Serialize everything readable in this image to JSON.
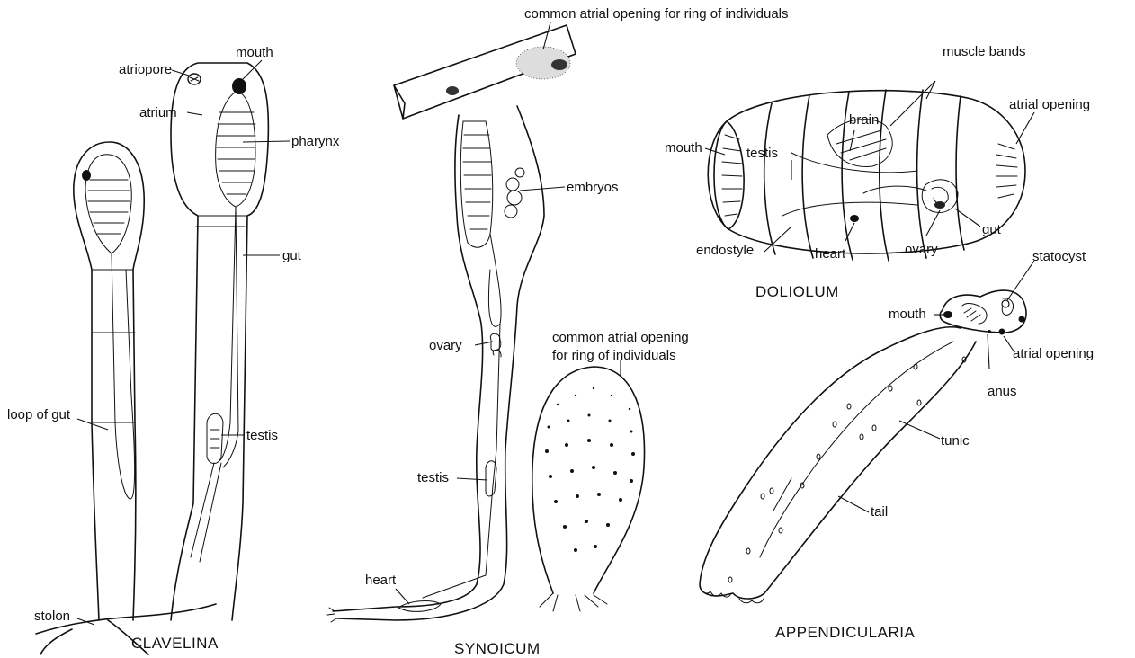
{
  "figures": {
    "clavelina": {
      "title": "CLAVELINA",
      "labels": {
        "atriopore": "atriopore",
        "mouth": "mouth",
        "atrium": "atrium",
        "pharynx": "pharynx",
        "gut": "gut",
        "loop_of_gut": "loop of gut",
        "testis": "testis",
        "stolon": "stolon"
      }
    },
    "synoicum": {
      "title": "SYNOICUM",
      "labels": {
        "common_atrial_opening_top": "common atrial opening for ring of individuals",
        "embryos": "embryos",
        "ovary": "ovary",
        "common_atrial_opening_line1": "common atrial opening",
        "common_atrial_opening_line2": "for ring of individuals",
        "testis": "testis",
        "heart": "heart"
      }
    },
    "doliolum": {
      "title": "DOLIOLUM",
      "labels": {
        "testis": "testis",
        "brain": "brain",
        "muscle_bands": "muscle bands",
        "atrial_opening": "atrial opening",
        "mouth": "mouth",
        "gut": "gut",
        "endostyle": "endostyle",
        "heart": "heart",
        "ovary": "ovary"
      }
    },
    "appendicularia": {
      "title": "APPENDICULARIA",
      "labels": {
        "statocyst": "statocyst",
        "mouth": "mouth",
        "atrial_opening": "atrial opening",
        "anus": "anus",
        "tunic": "tunic",
        "tail": "tail"
      }
    }
  }
}
